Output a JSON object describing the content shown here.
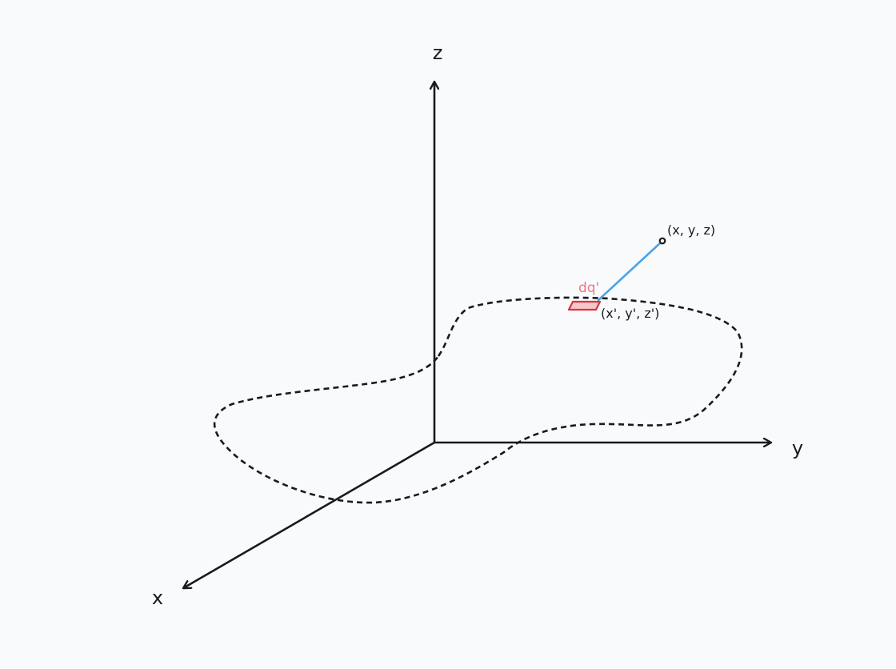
{
  "axes": {
    "z_label": "z",
    "y_label": "y",
    "x_label": "x"
  },
  "field_point": {
    "label": "(x, y, z)"
  },
  "source_element": {
    "label": "dq'",
    "coord_label": "(x', y', z')"
  },
  "colors": {
    "axis": "#1a1a1a",
    "region_outline": "#1a1a1a",
    "separation_vector": "#4ba3e8",
    "charge_element_stroke": "#d9343c",
    "charge_element_fill": "#f4c7cb",
    "charge_label": "#f0787c",
    "background": "#f8fafc"
  }
}
